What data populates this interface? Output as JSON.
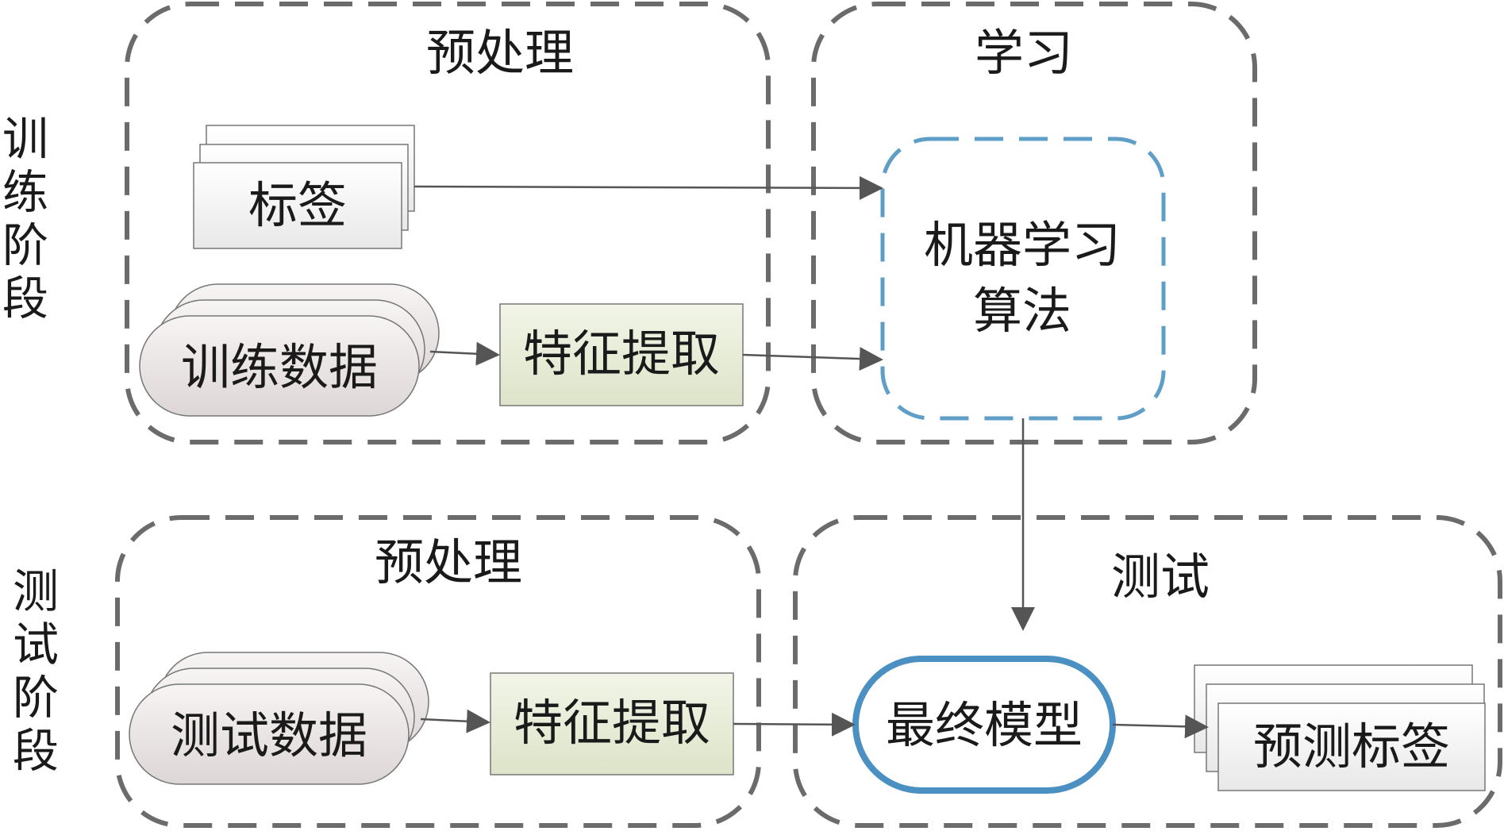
{
  "training_stage": {
    "label": [
      "训",
      "练",
      "阶",
      "段"
    ]
  },
  "testing_stage": {
    "label": [
      "测",
      "试",
      "阶",
      "段"
    ]
  },
  "train_preprocess": {
    "title": "预处理",
    "label_doc": "标签",
    "data_store": "训练数据",
    "feature": "特征提取"
  },
  "learning": {
    "title": "学习",
    "algorithm_lines": [
      "机器学习",
      "算法"
    ]
  },
  "test_preprocess": {
    "title": "预处理",
    "data_store": "测试数据",
    "feature": "特征提取"
  },
  "testing": {
    "title": "测试",
    "model": "最终模型",
    "output_doc": "预测标签"
  },
  "colors": {
    "dashed_border": "#6b6b6b",
    "algo_border": "#5e9ec7",
    "model_border": "#4a90c2",
    "feature_fill": "#e6ecd6",
    "doc_fill": "#f2f2f2",
    "store_fill": "#ece6e6"
  }
}
